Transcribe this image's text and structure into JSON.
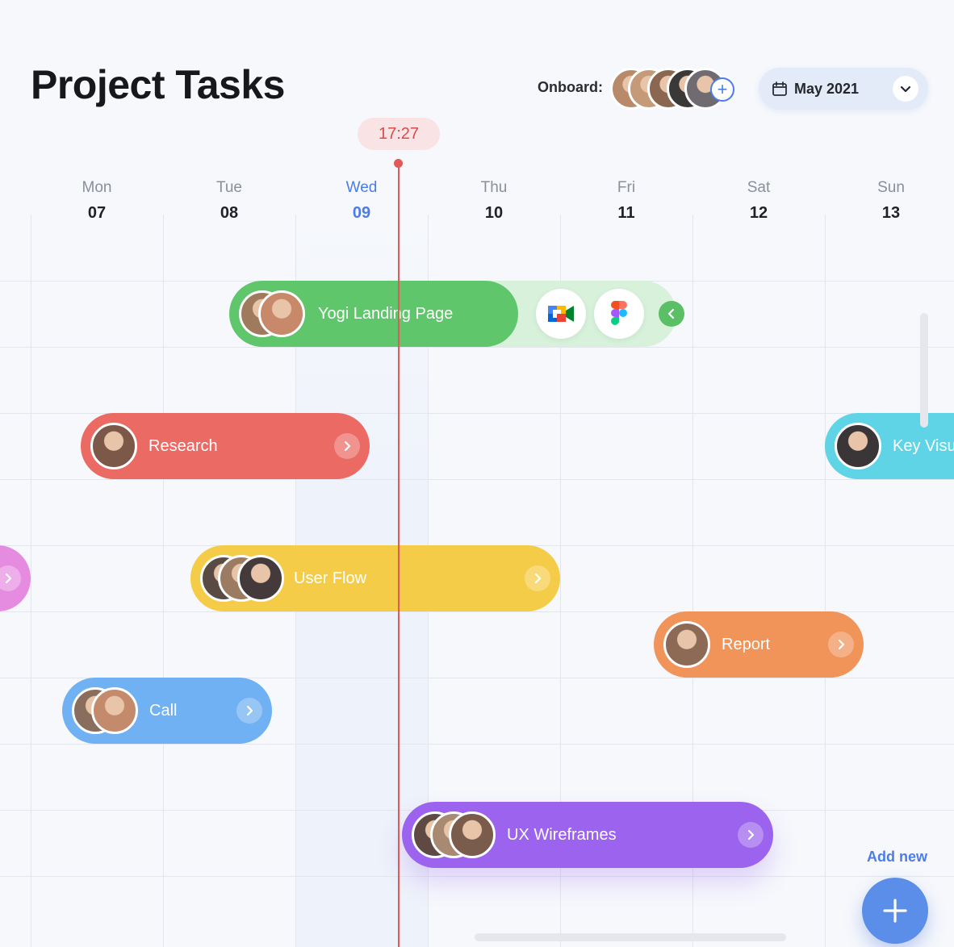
{
  "header": {
    "title": "Project Tasks",
    "onboard_label": "Onboard:",
    "onboard_avatars": [
      {
        "name": "member-1",
        "color": "#b88a6a"
      },
      {
        "name": "member-2",
        "color": "#c49a78"
      },
      {
        "name": "member-3",
        "color": "#8b6650"
      },
      {
        "name": "member-4",
        "color": "#3b3838"
      },
      {
        "name": "member-5",
        "color": "#6f6b70"
      }
    ],
    "add_member_icon": "plus-icon",
    "month_label": "May 2021"
  },
  "timeline": {
    "current_time": "17:27",
    "days": [
      {
        "name": "Mon",
        "num": "07"
      },
      {
        "name": "Tue",
        "num": "08"
      },
      {
        "name": "Wed",
        "num": "09",
        "today": true
      },
      {
        "name": "Thu",
        "num": "10"
      },
      {
        "name": "Fri",
        "num": "11"
      },
      {
        "name": "Sat",
        "num": "12"
      },
      {
        "name": "Sun",
        "num": "13"
      }
    ]
  },
  "tasks": [
    {
      "id": "yogi",
      "name": "Yogi Landing Page",
      "color": "#5fc66b",
      "avatars": [
        "#a07a5c",
        "#c8886a"
      ],
      "tools": [
        "google-meet-icon",
        "figma-icon"
      ],
      "expanded": true
    },
    {
      "id": "research",
      "name": "Research",
      "color": "#ec6a64",
      "avatars": [
        "#7b5848"
      ]
    },
    {
      "id": "keyvisual",
      "name": "Key Visu",
      "color": "#5fd4e6",
      "avatars": [
        "#3a3536"
      ]
    },
    {
      "id": "userflow",
      "name": "User Flow",
      "color": "#f5cc47",
      "avatars": [
        "#5a4a44",
        "#9c7b63",
        "#443a3c"
      ]
    },
    {
      "id": "report",
      "name": "Report",
      "color": "#f0945a",
      "avatars": [
        "#8c6a55"
      ]
    },
    {
      "id": "call",
      "name": "Call",
      "color": "#6fb1f2",
      "avatars": [
        "#8a6e5d",
        "#c48a6c"
      ]
    },
    {
      "id": "uxwire",
      "name": "UX Wireframes",
      "color": "#9b63ee",
      "avatars": [
        "#5e4a42",
        "#a88a72",
        "#7a5c4c"
      ]
    },
    {
      "id": "partial",
      "color": "#e58ce0"
    }
  ],
  "actions": {
    "add_label": "Add new"
  }
}
